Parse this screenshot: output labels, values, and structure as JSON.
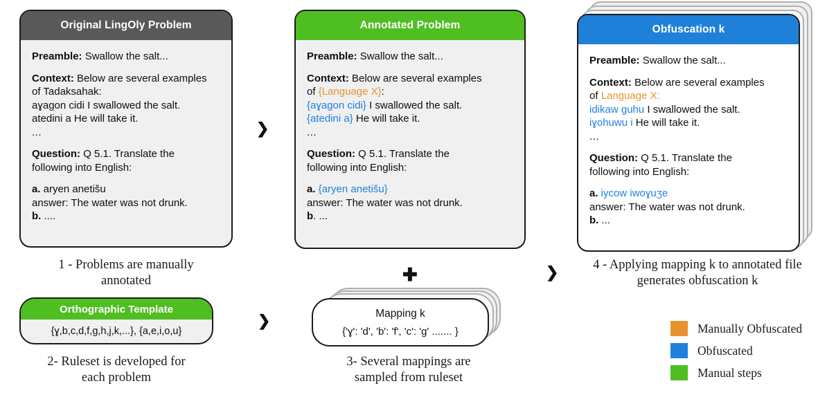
{
  "colors": {
    "original_header": "#595959",
    "annotated_header": "#4fbe21",
    "obfuscation_header": "#1f80da",
    "template_header": "#4fbe21",
    "orange": "#e8922e",
    "blue": "#2080de",
    "card_body": "#f0f0f0",
    "card_body_white": "#ffffff",
    "border": "#1a1a1a"
  },
  "cards": [
    {
      "id": "original",
      "title": "Original LingOly Problem",
      "preamble_label": "Preamble:",
      "preamble_text": " Swallow the salt...",
      "context_label": "Context:",
      "context_text": " Below are several examples",
      "context_line2_prefix": "of ",
      "context_language": "Tadaksahak:",
      "example1_token": "aɣagon cidi",
      "example1_gloss": " I swallowed the salt.",
      "example2_token": "atedini a",
      "example2_gloss": " He will take it.",
      "ellipsis": "...",
      "question_label": "Question:",
      "question_text": " Q 5.1. Translate the",
      "question_line2": "following into English:",
      "item_a_label": "a.",
      "item_a_token": " aryen anetišu",
      "answer_label": "answer:",
      "answer_text": "   The water was not drunk.",
      "item_b_label": "b.",
      "item_b_text": " ...."
    },
    {
      "id": "annotated",
      "title": "Annotated Problem",
      "preamble_label": "Preamble:",
      "preamble_text": "  Swallow the salt...",
      "context_label": "Context:",
      "context_text": " Below are several examples",
      "context_line2_prefix": "of ",
      "context_language": "{Language X}",
      "context_line2_suffix": ":",
      "example1_token": "{aɣagon cidi}",
      "example1_gloss": " I swallowed the salt.",
      "example2_token": "{atedini a}",
      "example2_gloss": " He will take it.",
      "ellipsis": "...",
      "question_label": "Question:",
      "question_text": " Q 5.1. Translate the",
      "question_line2": "following into English:",
      "item_a_label": "a.",
      "item_a_token": " {aryen anetišu}",
      "answer_label": "answer:",
      "answer_text": "   The water was not drunk.",
      "item_b_label": "b",
      "item_b_text": ". ..."
    },
    {
      "id": "obfuscation",
      "title": "Obfuscation k",
      "preamble_label": "Preamble:",
      "preamble_text": " Swallow the salt...",
      "context_label": "Context:",
      "context_text": " Below are several examples",
      "context_line2_prefix": "of ",
      "context_language": "Language X:",
      "example1_token": "idikaw guhu",
      "example1_gloss": " I swallowed the salt.",
      "example2_token": "iɣohuwu i",
      "example2_gloss": " He will take it.",
      "ellipsis": "...",
      "question_label": "Question:",
      "question_text": " Q 5.1. Translate the",
      "question_line2": "following  into English:",
      "item_a_label": "a.",
      "item_a_token": " iycow iwoɣuʒe",
      "answer_label": "answer:",
      "answer_text": "   The water was not drunk.",
      "item_b_label": "b.",
      "item_b_text": " ..."
    }
  ],
  "orthographic_template": {
    "title": "Orthographic Template",
    "content": "{ɣ,b,c,d,f,g,h,j,k,...}, {a,e,i,o,u}"
  },
  "mapping": {
    "title": "Mapping k",
    "content": "{'ɣ': 'd', 'b': 'f', 'c': 'g' ....... }"
  },
  "captions": {
    "step1": "1 - Problems are manually\nannotated",
    "step2": "2- Ruleset is developed for\neach problem",
    "step3": "3- Several mappings are\nsampled from ruleset",
    "step4": "4 - Applying mapping k to annotated file\ngenerates obfuscation k"
  },
  "connectors": {
    "chevron": "❯",
    "plus": "✚"
  },
  "legend": {
    "items": [
      {
        "label": "Manually Obfuscated",
        "color": "#e8922e"
      },
      {
        "label": "Obfuscated",
        "color": "#2080de"
      },
      {
        "label": "Manual steps",
        "color": "#4fbe21"
      }
    ]
  }
}
